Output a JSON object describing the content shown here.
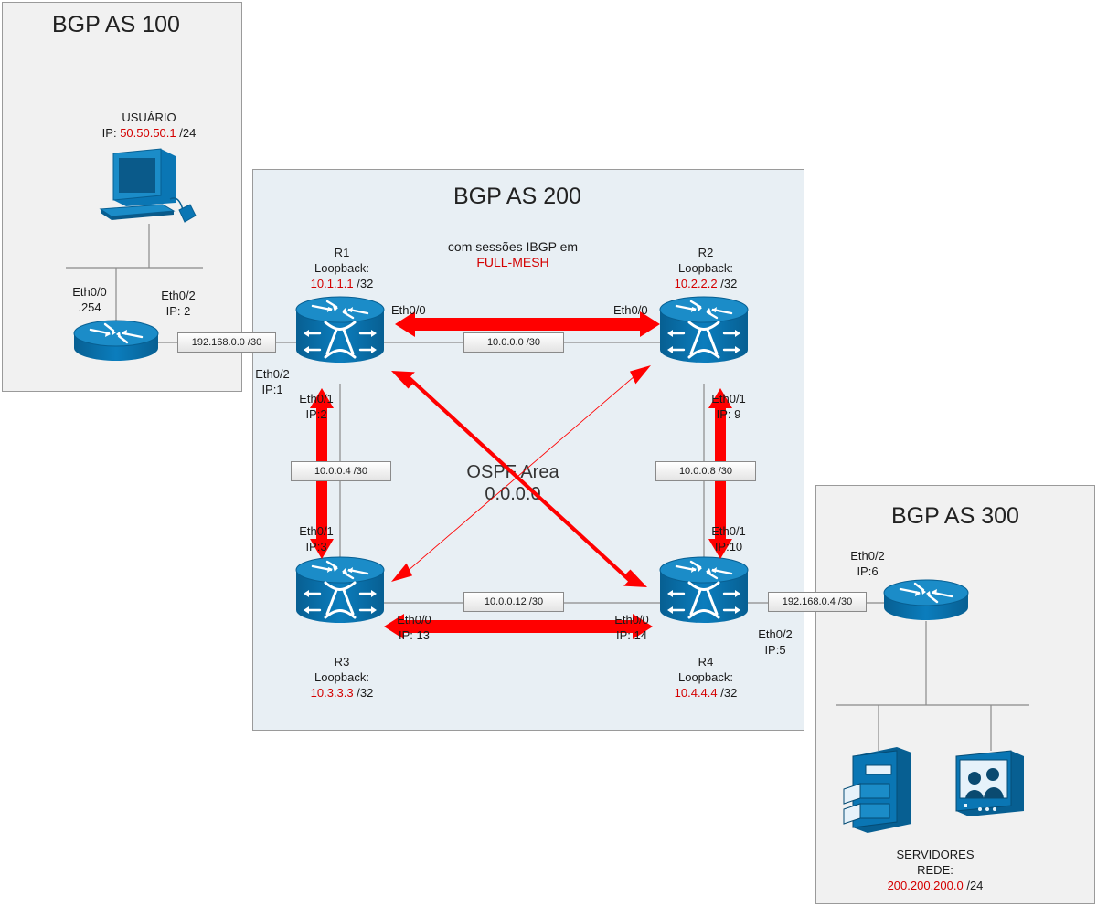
{
  "as100": {
    "title": "BGP AS 100"
  },
  "as200": {
    "title": "BGP AS 200",
    "note_line1": "com sessões IBGP em",
    "note_line2": "FULL-MESH",
    "ospf_line1": "OSPF Area",
    "ospf_line2": "0.0.0.0"
  },
  "as300": {
    "title": "BGP AS 300"
  },
  "user": {
    "name": "USUÁRIO",
    "ip_prefix": "IP:",
    "ip": "50.50.50.1",
    "mask": "/24"
  },
  "as100_router": {
    "eth0_0": "Eth0/0",
    "eth0_0_ip": ".254",
    "eth0_2": "Eth0/2",
    "eth0_2_ip": "IP: 2"
  },
  "r1": {
    "name": "R1",
    "loopback_label": "Loopback:",
    "loopback_ip": "10.1.1.1",
    "mask": "/32",
    "eth0_0": "Eth0/0",
    "eth0_2": "Eth0/2",
    "eth0_2_ip": "IP:1",
    "eth0_1": "Eth0/1",
    "eth0_1_ip": "IP:2"
  },
  "r2": {
    "name": "R2",
    "loopback_label": "Loopback:",
    "loopback_ip": "10.2.2.2",
    "mask": "/32",
    "eth0_0": "Eth0/0",
    "eth0_1": "Eth0/1",
    "eth0_1_ip": "IP: 9"
  },
  "r3": {
    "name": "R3",
    "loopback_label": "Loopback:",
    "loopback_ip": "10.3.3.3",
    "mask": "/32",
    "eth0_1": "Eth0/1",
    "eth0_1_ip": "IP:3",
    "eth0_0": "Eth0/0",
    "eth0_0_ip": "IP: 13"
  },
  "r4": {
    "name": "R4",
    "loopback_label": "Loopback:",
    "loopback_ip": "10.4.4.4",
    "mask": "/32",
    "eth0_1": "Eth0/1",
    "eth0_1_ip": "IP:10",
    "eth0_0": "Eth0/0",
    "eth0_0_ip": "IP: 14",
    "eth0_2": "Eth0/2",
    "eth0_2_ip": "IP:5"
  },
  "as300_router": {
    "eth0_2": "Eth0/2",
    "eth0_2_ip": "IP:6"
  },
  "networks": {
    "n1": "192.168.0.0 /30",
    "n2": "10.0.0.0 /30",
    "n3": "10.0.0.4 /30",
    "n4": "10.0.0.8 /30",
    "n5": "10.0.0.12 /30",
    "n6": "192.168.0.4 /30"
  },
  "servers": {
    "line1": "SERVIDORES",
    "line2": "REDE:",
    "ip": "200.200.200.0",
    "mask": "/24"
  },
  "colors": {
    "router": "#0a76b4",
    "router_dark": "#095e8f",
    "arrow": "#ff0000",
    "highlight": "#d40000",
    "as200_bg": "#e8eff4",
    "as_bg": "#f1f1f1"
  },
  "icons": [
    "router-icon",
    "workstation-icon",
    "file-server-icon",
    "media-server-icon",
    "ibgp-session-arrow"
  ]
}
